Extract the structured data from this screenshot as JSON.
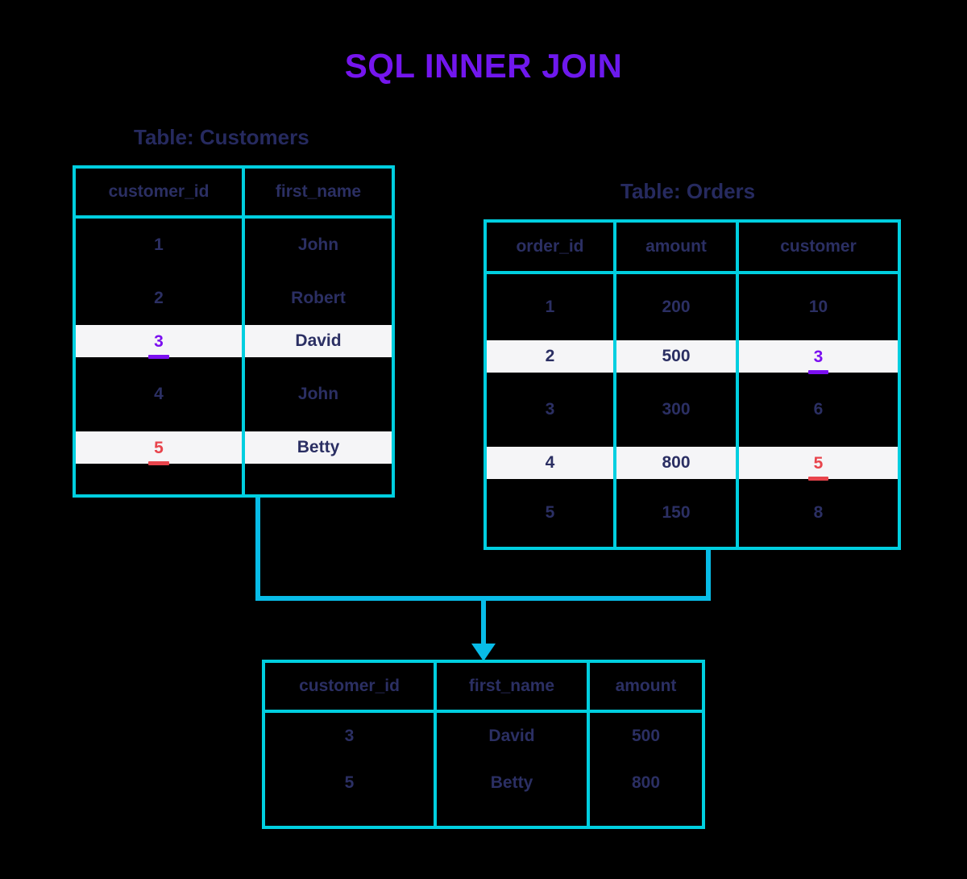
{
  "title": "SQL INNER JOIN",
  "colors": {
    "background": "#000000",
    "border": "#00CFE0",
    "connector": "#08BCE8",
    "text": "#2B2F63",
    "highlight_row": "#F5F5F7",
    "key_purple": "#7B0FF0",
    "key_red": "#E8444C",
    "title_gradient_from": "#8412F0",
    "title_gradient_to": "#5B1FEA"
  },
  "customers": {
    "caption": "Table: Customers",
    "columns": [
      "customer_id",
      "first_name"
    ],
    "rows": [
      {
        "customer_id": "1",
        "first_name": "John",
        "highlight": false,
        "key": "none"
      },
      {
        "customer_id": "2",
        "first_name": "Robert",
        "highlight": false,
        "key": "none"
      },
      {
        "customer_id": "3",
        "first_name": "David",
        "highlight": true,
        "key": "purple"
      },
      {
        "customer_id": "4",
        "first_name": "John",
        "highlight": false,
        "key": "none"
      },
      {
        "customer_id": "5",
        "first_name": "Betty",
        "highlight": true,
        "key": "red"
      }
    ]
  },
  "orders": {
    "caption": "Table: Orders",
    "columns": [
      "order_id",
      "amount",
      "customer"
    ],
    "rows": [
      {
        "order_id": "1",
        "amount": "200",
        "customer": "10",
        "highlight": false,
        "key": "none"
      },
      {
        "order_id": "2",
        "amount": "500",
        "customer": "3",
        "highlight": true,
        "key": "purple"
      },
      {
        "order_id": "3",
        "amount": "300",
        "customer": "6",
        "highlight": false,
        "key": "none"
      },
      {
        "order_id": "4",
        "amount": "800",
        "customer": "5",
        "highlight": true,
        "key": "red"
      },
      {
        "order_id": "5",
        "amount": "150",
        "customer": "8",
        "highlight": false,
        "key": "none"
      }
    ]
  },
  "result": {
    "columns": [
      "customer_id",
      "first_name",
      "amount"
    ],
    "rows": [
      {
        "customer_id": "3",
        "first_name": "David",
        "amount": "500"
      },
      {
        "customer_id": "5",
        "first_name": "Betty",
        "amount": "800"
      }
    ]
  }
}
